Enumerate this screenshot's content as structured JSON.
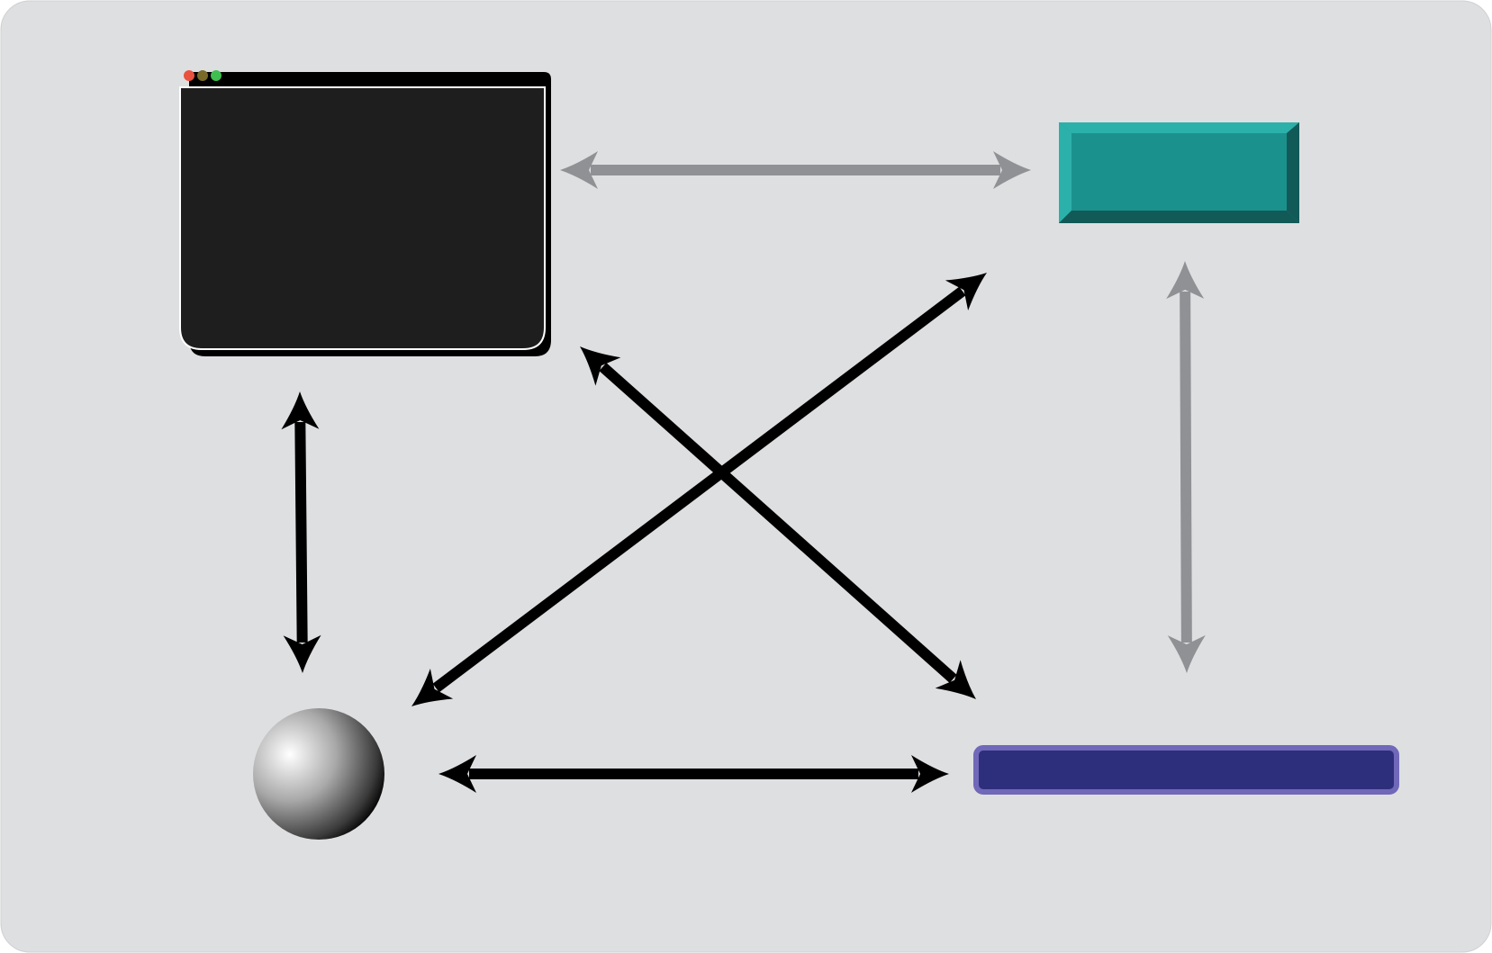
{
  "diagram": {
    "nodes": [
      {
        "id": "terminal",
        "kind": "window",
        "icon": "terminal-window-icon"
      },
      {
        "id": "module",
        "kind": "beveled-box",
        "icon": "teal-module-icon"
      },
      {
        "id": "sphere",
        "kind": "sphere",
        "icon": "gray-sphere-icon"
      },
      {
        "id": "bar",
        "kind": "bar",
        "icon": "navy-bar-icon"
      }
    ],
    "edges": [
      {
        "from": "terminal",
        "to": "module",
        "style": "gray",
        "bidirectional": true
      },
      {
        "from": "module",
        "to": "bar",
        "style": "gray",
        "bidirectional": true
      },
      {
        "from": "terminal",
        "to": "sphere",
        "style": "black",
        "bidirectional": true
      },
      {
        "from": "sphere",
        "to": "bar",
        "style": "black",
        "bidirectional": true
      },
      {
        "from": "sphere",
        "to": "module",
        "style": "black",
        "bidirectional": true
      },
      {
        "from": "terminal",
        "to": "bar",
        "style": "black",
        "bidirectional": true
      }
    ]
  },
  "colors": {
    "background": "#dedfe1",
    "window_body": "#1e1e1e",
    "window_dot_red": "#e8523f",
    "window_dot_olive": "#7a6a2a",
    "window_dot_green": "#3fbf4f",
    "module_fill": "#1b918d",
    "module_light": "#2cb0aa",
    "module_dark": "#125a58",
    "bar_fill": "#2e2f7c",
    "bar_border": "#7068b8",
    "arrow_gray": "#8f9194",
    "arrow_black": "#000000"
  }
}
